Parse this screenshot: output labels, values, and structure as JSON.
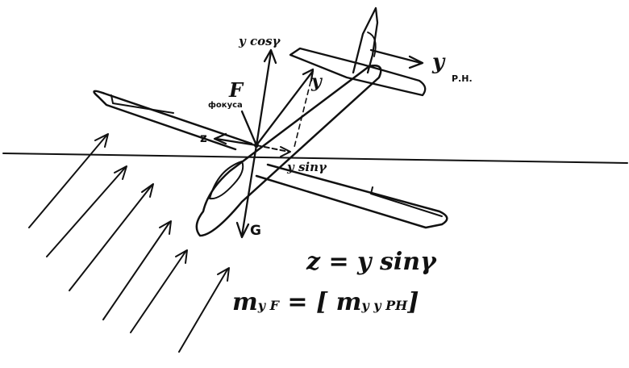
{
  "labels": {
    "y_cos": "y cosγ",
    "y": "y",
    "y_rh": "y",
    "y_rh_sub": "Р.Н.",
    "F": "F",
    "F_sub": "фокуса",
    "z": "z",
    "y_sin": "y sinγ",
    "G": "G"
  },
  "equations": {
    "eq1": "z = y sinγ",
    "eq2_lhs": "m",
    "eq2_sub1": "y F",
    "eq2_mid": " = [ m",
    "eq2_sub2": "y y РН",
    "eq2_end": "]"
  },
  "colors": {
    "ink": "#111111",
    "background": "#ffffff"
  }
}
